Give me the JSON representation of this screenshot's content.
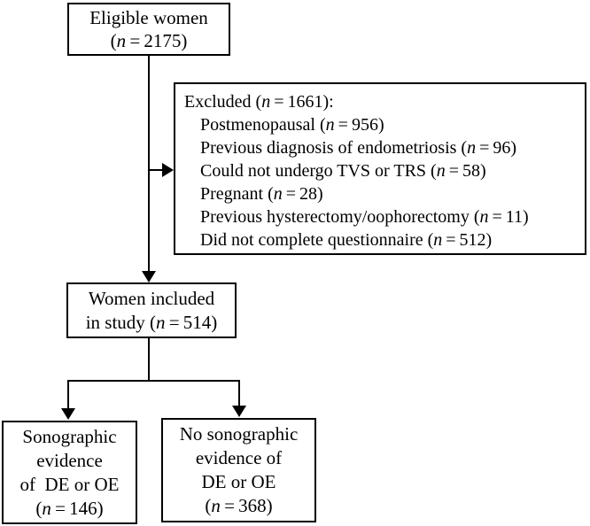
{
  "n_symbol": "n",
  "colors": {
    "background": "#ffffff",
    "line": "#000000",
    "text": "#000000"
  },
  "boxes": {
    "eligible": {
      "line1": "Eligible women",
      "count_pre": "(",
      "count_post": " = 2175)"
    },
    "excluded": {
      "title_pre": "Excluded (",
      "title_post": " = 1661):",
      "items": [
        {
          "pre": "Postmenopausal (",
          "post": " = 956)"
        },
        {
          "pre": "Previous diagnosis of endometriosis (",
          "post": " = 96)"
        },
        {
          "pre": "Could not undergo TVS or TRS (",
          "post": " = 58)"
        },
        {
          "pre": "Pregnant (",
          "post": " = 28)"
        },
        {
          "pre": "Previous hysterectomy/oophorectomy (",
          "post": " = 11)"
        },
        {
          "pre": "Did not complete questionnaire (",
          "post": " = 512)"
        }
      ]
    },
    "included": {
      "line1": "Women included",
      "line2_pre": "in study (",
      "line2_post": " = 514)"
    },
    "sonographic": {
      "line1": "Sonographic",
      "line2": "evidence",
      "line3": "of  DE or OE",
      "count_pre": "(",
      "count_post": " = 146)"
    },
    "no_sonographic": {
      "line1": "No sonographic",
      "line2": "evidence of",
      "line3": "DE or OE",
      "count_pre": "(",
      "count_post": " = 368)"
    }
  }
}
